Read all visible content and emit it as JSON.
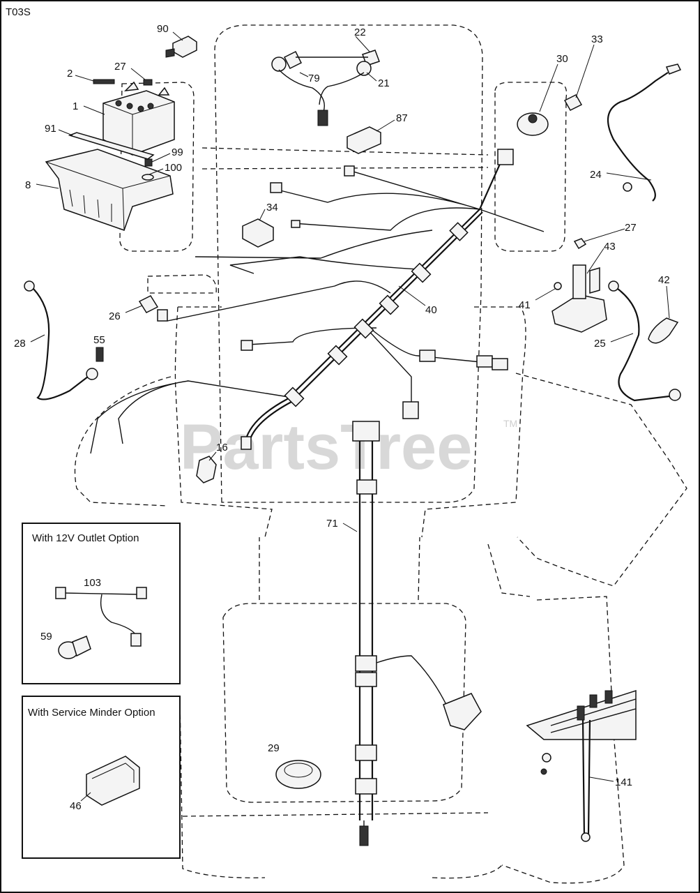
{
  "diagram_code": "T03S",
  "watermark": {
    "text": "PartsTree",
    "trademark": "TM"
  },
  "option_boxes": {
    "outlet": {
      "title": "With 12V Outlet Option"
    },
    "service_minder": {
      "title": "With Service Minder Option"
    }
  },
  "callouts": {
    "p1": "1",
    "p2": "2",
    "p8": "8",
    "p16": "16",
    "p21": "21",
    "p22": "22",
    "p24": "24",
    "p25": "25",
    "p26": "26",
    "p27a": "27",
    "p27b": "27",
    "p28": "28",
    "p29": "29",
    "p30": "30",
    "p33": "33",
    "p34": "34",
    "p40": "40",
    "p41": "41",
    "p42": "42",
    "p43": "43",
    "p46": "46",
    "p55": "55",
    "p59": "59",
    "p71": "71",
    "p79": "79",
    "p87": "87",
    "p90": "90",
    "p91": "91",
    "p99": "99",
    "p100": "100",
    "p103": "103",
    "p141": "141"
  }
}
